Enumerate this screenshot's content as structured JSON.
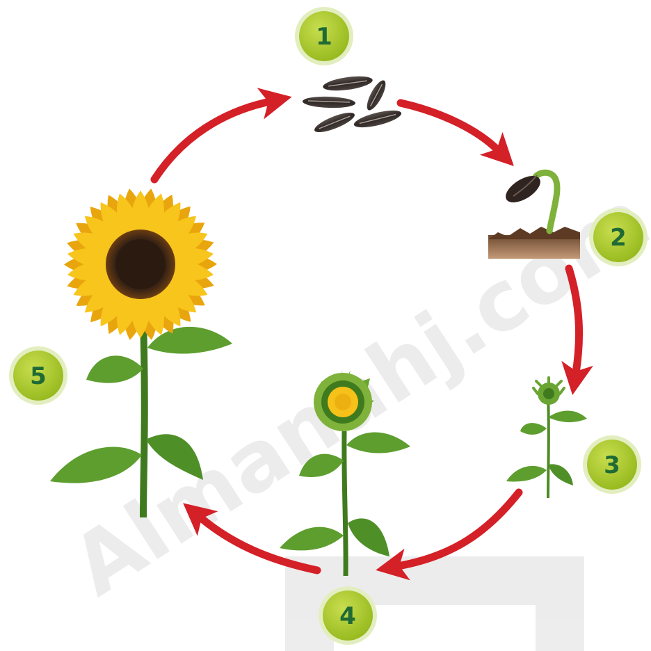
{
  "diagram": {
    "stages": [
      {
        "number": "1",
        "name": "seeds"
      },
      {
        "number": "2",
        "name": "seedling"
      },
      {
        "number": "3",
        "name": "young-plant"
      },
      {
        "number": "4",
        "name": "budding-plant"
      },
      {
        "number": "5",
        "name": "mature-sunflower"
      }
    ],
    "watermark": "Almanahj.com"
  },
  "colors": {
    "badge_fill": "#a3c324",
    "badge_ring": "#e3eec0",
    "badge_text": "#1f6a35",
    "arrow": "#d42027",
    "petal": "#f7c51b",
    "petal_dark": "#e9a50d",
    "center": "#2b1a10",
    "leaf": "#5d9e2e",
    "stem": "#3f7b1e",
    "seed": "#3b3330",
    "soil": "#8a5f3f"
  }
}
